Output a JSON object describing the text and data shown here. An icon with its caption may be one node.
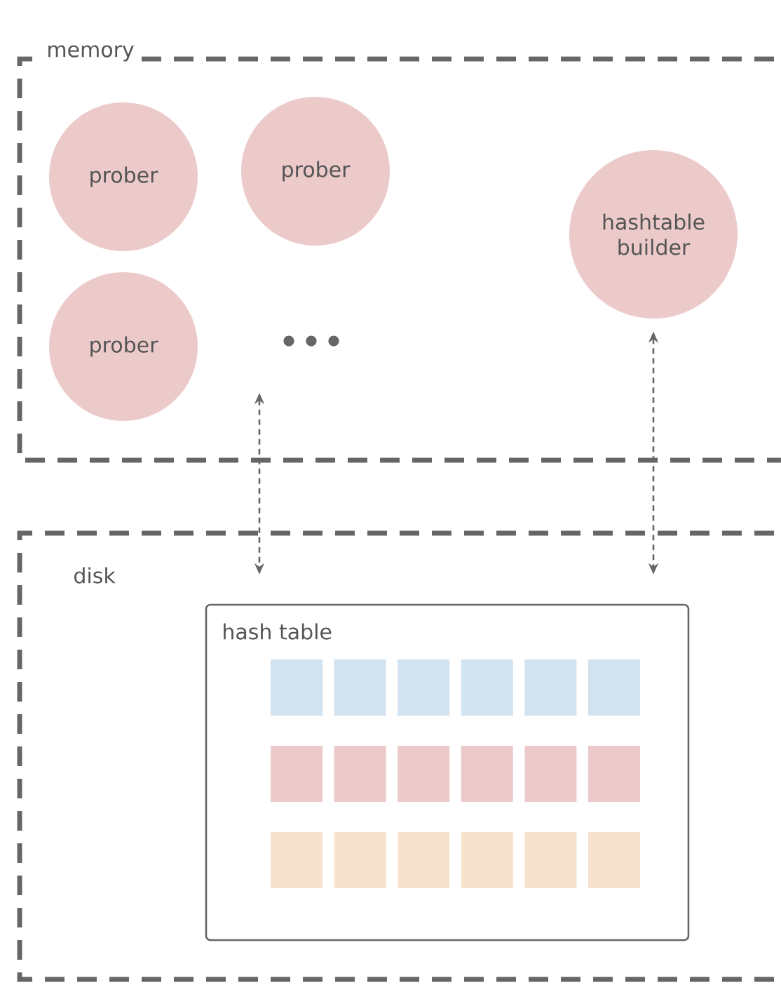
{
  "diagram": {
    "nodes": [
      {
        "text": [
          "memory"
        ]
      },
      {
        "text": [
          "prober"
        ],
        "in": 0
      },
      {
        "text": [
          "prober"
        ],
        "in": 0
      },
      {
        "text": [
          "prober"
        ],
        "in": 0
      },
      {
        "text": [
          "hashtable builder"
        ],
        "in": 0
      },
      {
        "text": [
          "disk"
        ]
      },
      {
        "text": [
          "hash table"
        ],
        "in": 5
      }
    ],
    "edges": [
      {
        "from": null,
        "to": 6,
        "arrow": "both",
        "style": "dashed"
      },
      {
        "from": 4,
        "to": 6,
        "arrow": "both",
        "style": "dashed"
      }
    ]
  }
}
